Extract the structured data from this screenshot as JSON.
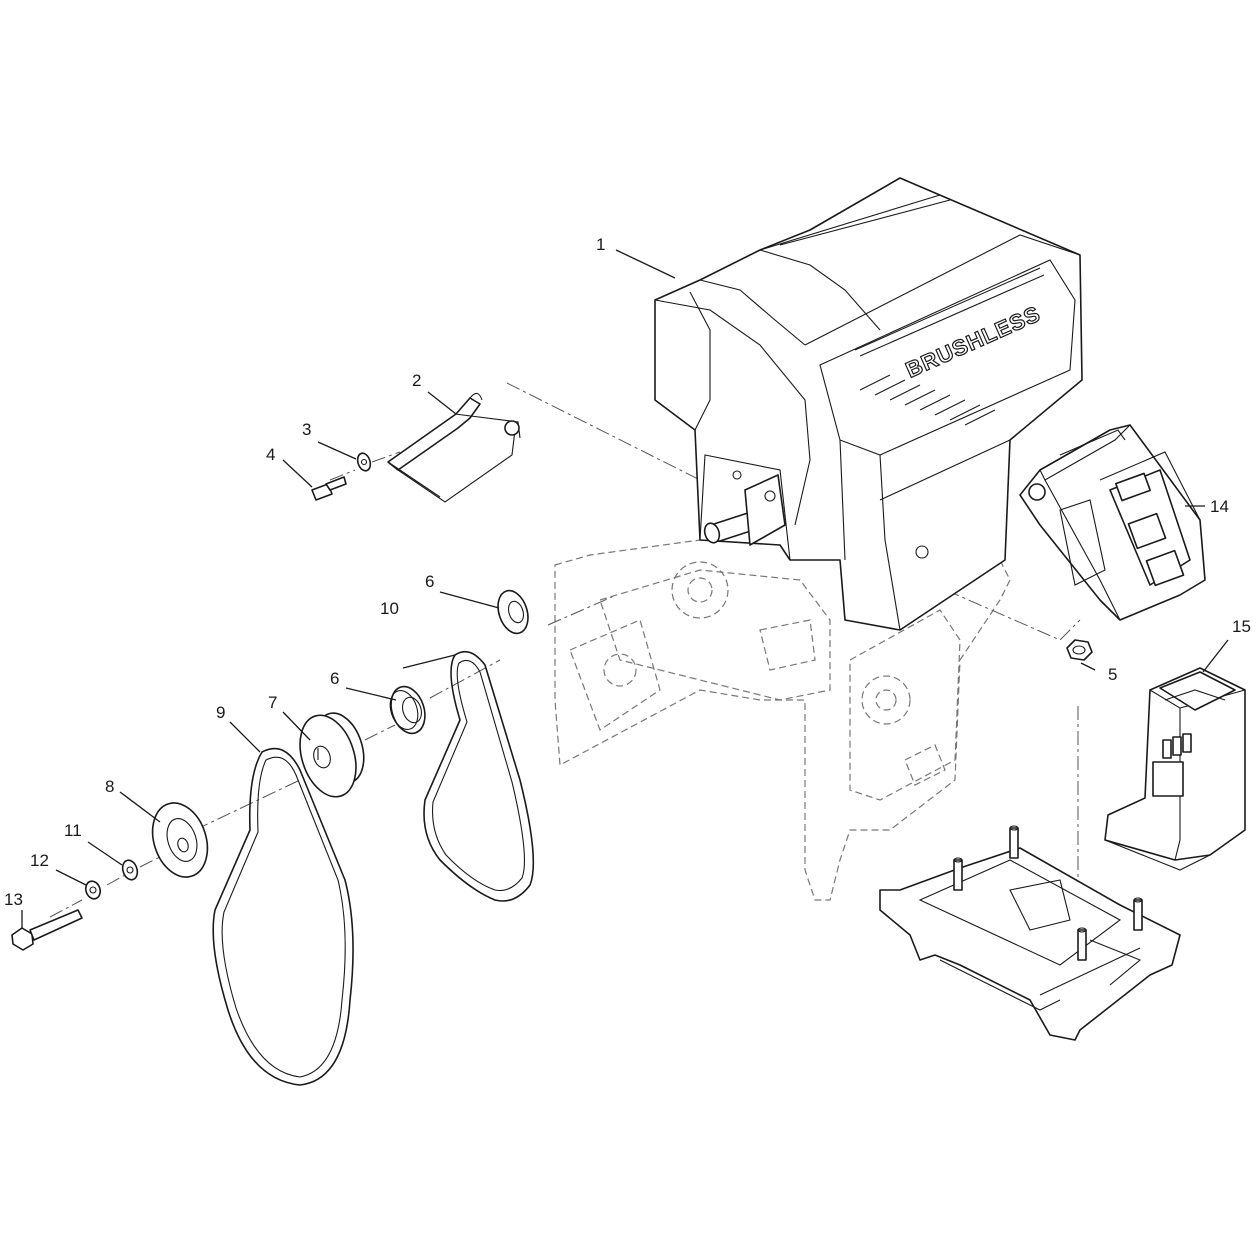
{
  "diagram": {
    "motor_branding": "BRUSHLESS",
    "callouts": [
      {
        "id": "callout-1",
        "label": "1",
        "part": "motor"
      },
      {
        "id": "callout-2",
        "label": "2",
        "part": "bracket-wire"
      },
      {
        "id": "callout-3",
        "label": "3",
        "part": "washer"
      },
      {
        "id": "callout-4",
        "label": "4",
        "part": "screw"
      },
      {
        "id": "callout-5",
        "label": "5",
        "part": "nut"
      },
      {
        "id": "callout-6a",
        "label": "6",
        "part": "bearing"
      },
      {
        "id": "callout-6b",
        "label": "6",
        "part": "bearing"
      },
      {
        "id": "callout-7",
        "label": "7",
        "part": "pulley-large"
      },
      {
        "id": "callout-8",
        "label": "8",
        "part": "pulley-small"
      },
      {
        "id": "callout-9",
        "label": "9",
        "part": "belt-outer"
      },
      {
        "id": "callout-10",
        "label": "10",
        "part": "belt-inner"
      },
      {
        "id": "callout-11",
        "label": "11",
        "part": "washer-small"
      },
      {
        "id": "callout-12",
        "label": "12",
        "part": "nut-small"
      },
      {
        "id": "callout-13",
        "label": "13",
        "part": "bolt"
      },
      {
        "id": "callout-14",
        "label": "14",
        "part": "battery"
      },
      {
        "id": "callout-15",
        "label": "15",
        "part": "charger"
      }
    ]
  }
}
